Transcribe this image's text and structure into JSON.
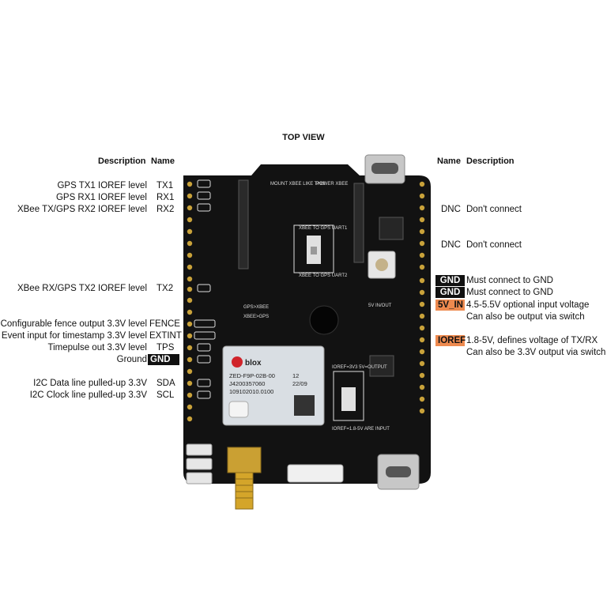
{
  "title": "TOP VIEW",
  "headers": {
    "left_description": "Description",
    "left_name": "Name",
    "right_name": "Name",
    "right_description": "Description"
  },
  "left_pins": [
    {
      "description": "GPS TX1 IOREF level",
      "name": "TX1"
    },
    {
      "description": "GPS RX1 IOREF level",
      "name": "RX1"
    },
    {
      "description": "XBee TX/GPS RX2 IOREF level",
      "name": "RX2"
    },
    {
      "description": "XBee RX/GPS TX2 IOREF level",
      "name": "TX2"
    },
    {
      "description": "Configurable fence output 3.3V level",
      "name": "FENCE"
    },
    {
      "description": "Event input for timestamp 3.3V level",
      "name": "EXTINT"
    },
    {
      "description": "Timepulse out 3.3V level",
      "name": "TPS"
    },
    {
      "description": "Ground",
      "name": "GND"
    },
    {
      "description": "I2C Data line pulled-up 3.3V",
      "name": "SDA"
    },
    {
      "description": "I2C Clock line pulled-up 3.3V",
      "name": "SCL"
    }
  ],
  "right_pins": [
    {
      "name": "DNC",
      "description": "Don't connect"
    },
    {
      "name": "DNC",
      "description": "Don't connect"
    },
    {
      "name": "GND",
      "description": "Must connect to GND"
    },
    {
      "name": "GND",
      "description": "Must connect to GND"
    },
    {
      "name": "5V_IN",
      "description": "4.5-5.5V optional input voltage",
      "description2": "Can also be output via switch"
    },
    {
      "name": "IOREF",
      "description": "1.8-5V, defines voltage of TX/RX",
      "description2": "Can also be 3.3V output via switch"
    }
  ],
  "board": {
    "module_brand": "blox",
    "module_model": "ZED-F9P-02B-00",
    "module_line2": "J4200357060",
    "module_line2_right": "22/09",
    "module_line3": "109102010.0100",
    "module_num": "12",
    "silk_xbee_gps_uart1": "XBEE TO GPS UART1",
    "silk_xbee_gps_uart2": "XBEE TO GPS UART2",
    "silk_ioref_3v3": "IOREF=3V3 5V=OUTPUT",
    "silk_ioref_5v": "IOREF=1.8-5V ARE INPUT",
    "silk_mount": "MOUNT XBEE LIKE THIS",
    "silk_power_xbee": "POWER XBEE",
    "silk_5v_inout": "5V IN/OUT",
    "silk_gps_xbee": "GPS>XBEE",
    "silk_xbee_gps": "XBEE>GPS"
  },
  "colors": {
    "pcb": "#111111",
    "silk": "#e8e8e8",
    "gold": "#d4a52a",
    "module": "#d9dee3",
    "tag_dark": "#111111",
    "tag_orange": "#ee8a4f"
  }
}
